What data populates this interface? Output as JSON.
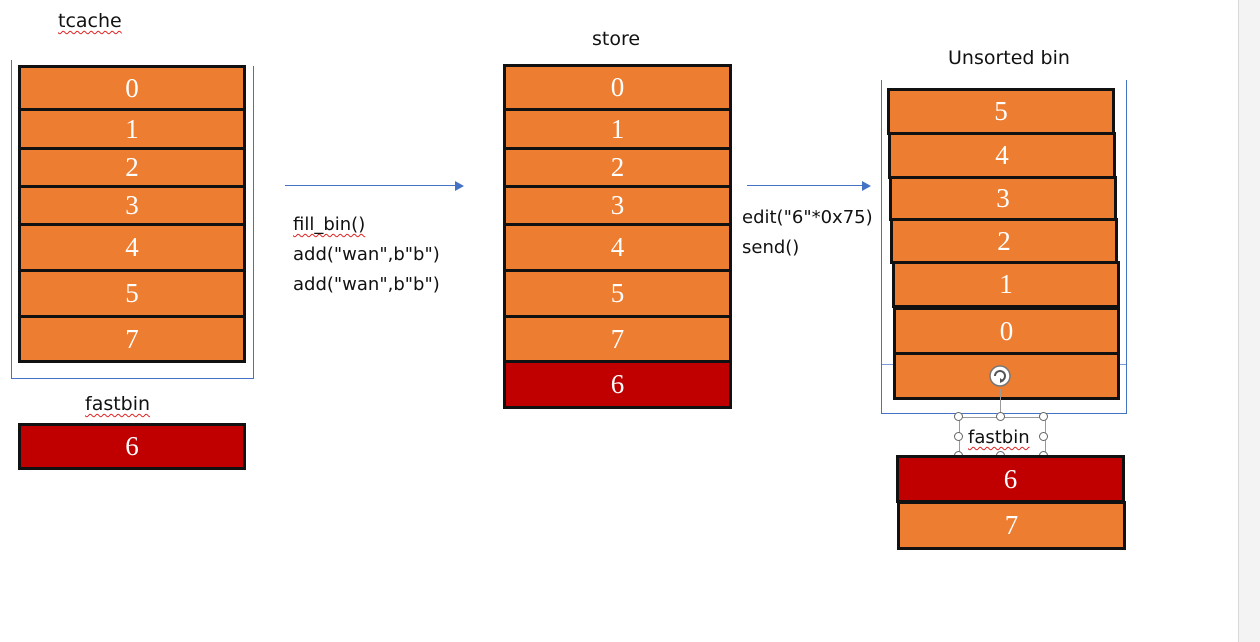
{
  "tcache": {
    "title": "tcache",
    "cells": [
      "0",
      "1",
      "2",
      "3",
      "4",
      "5",
      "7"
    ]
  },
  "fastbin_left": {
    "title": "fastbin",
    "cell": "6"
  },
  "commands": {
    "line1": "fill_bin()",
    "line2": "add(\"wan\",b\"b\")",
    "line3": "add(\"wan\",b\"b\")"
  },
  "store": {
    "title": "store",
    "cells": [
      "0",
      "1",
      "2",
      "3",
      "4",
      "5",
      "7",
      "6"
    ]
  },
  "edit_commands": {
    "line1": "edit(\"6\"*0x75)",
    "line2": "send()"
  },
  "unsorted": {
    "title": "Unsorted bin",
    "cells": [
      "5",
      "4",
      "3",
      "2",
      "1",
      "0"
    ]
  },
  "fastbin_right": {
    "title": "fastbin",
    "cells": [
      "6",
      "7"
    ]
  },
  "colors": {
    "chunk": "#ed7d31",
    "freed": "#c00000",
    "arrow": "#4472c4"
  },
  "icons": {
    "rotate_handle": "rotate-icon"
  }
}
